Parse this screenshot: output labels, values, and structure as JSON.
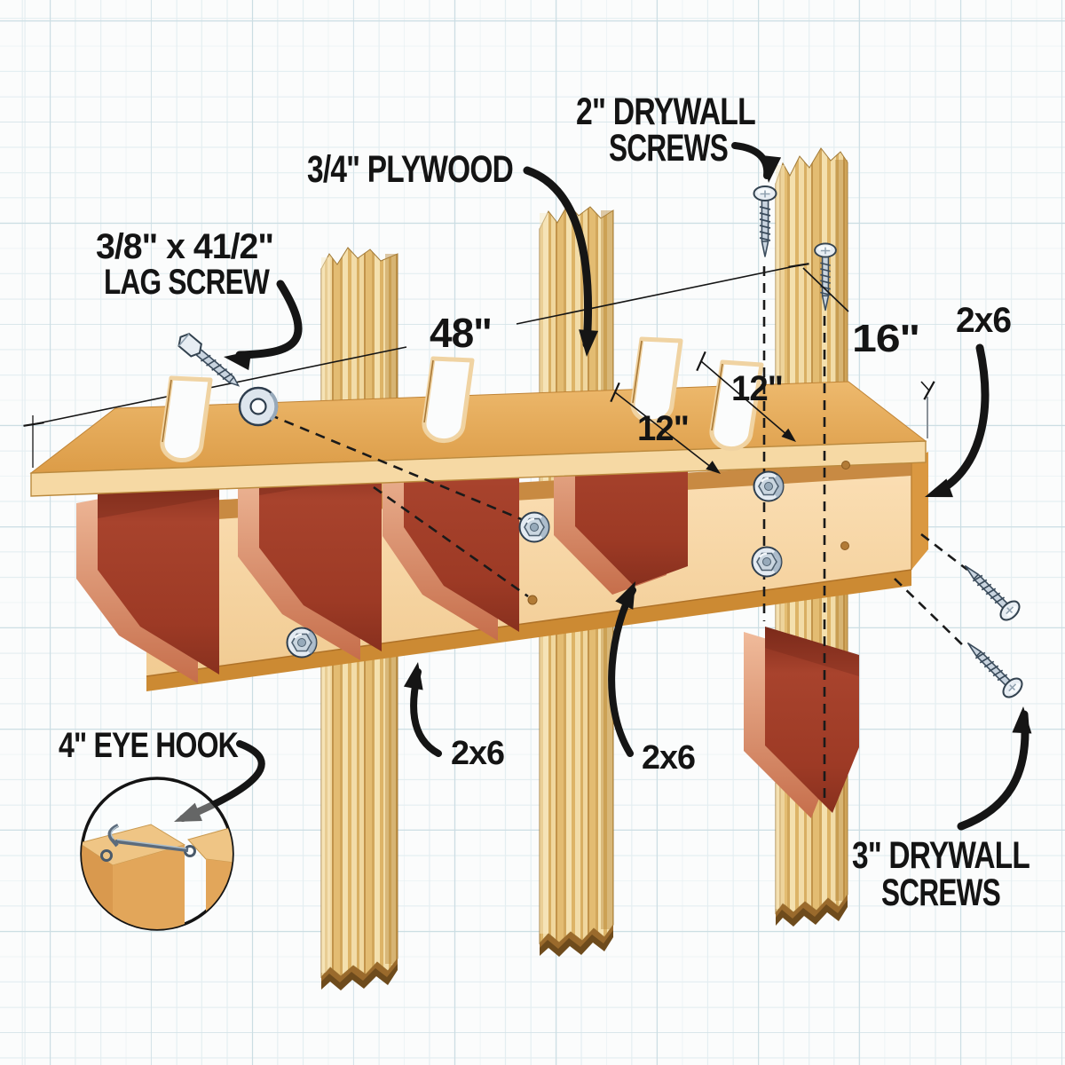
{
  "diagram_title": "wall-mounted lumber/ladder rack assembly diagram",
  "annotations": {
    "drywall2": {
      "l1": "2\" DRYWALL",
      "l2": "SCREWS"
    },
    "plywood": {
      "l1": "3/4\" PLYWOOD"
    },
    "lag": {
      "l1": "3/8\" x 41/2\"",
      "l2": "LAG SCREW"
    },
    "eyehook": {
      "l1": "4\" EYE HOOK"
    },
    "drywall3": {
      "l1": "3\" DRYWALL",
      "l2": "SCREWS"
    },
    "board_end": "2x6",
    "board_rail": "2x6",
    "board_bracket": "2x6"
  },
  "dims": {
    "length": "48\"",
    "depth": "16\"",
    "slot_a": "12\"",
    "slot_b": "12\""
  },
  "colors": {
    "label_text": "#141414",
    "grid_minor": "#E4EEF1",
    "grid_major": "#CBDDE3",
    "stud_wood": "#E8C27C",
    "shelf_top": "#E2A654",
    "shelf_edge": "#F6D9A4",
    "band_face": "#F9DCAE",
    "bracket_red": "#A23C28",
    "bracket_side": "#E3A183",
    "hardware_steel": "#C9D4DF"
  }
}
